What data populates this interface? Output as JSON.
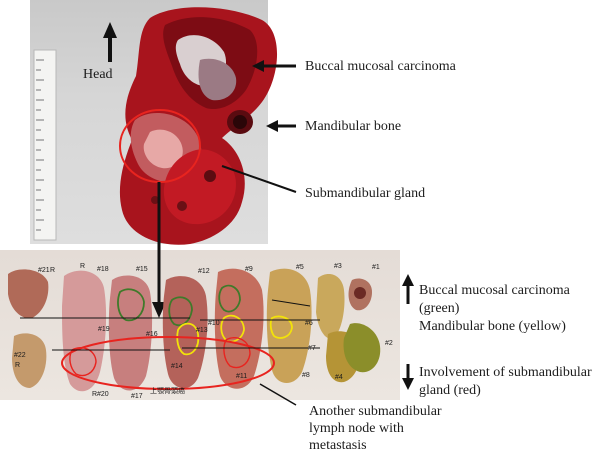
{
  "top_labels": {
    "head": "Head",
    "buccal": "Buccal mucosal carcinoma",
    "mandibular": "Mandibular bone",
    "submandibular": "Submandibular gland"
  },
  "right_labels": {
    "buccal_green": [
      "Buccal mucosal carcinoma",
      "(green)"
    ],
    "mandibular_yellow": "Mandibular bone (yellow)",
    "involvement_red": [
      "Involvement of submandibular",
      "gland (red)"
    ]
  },
  "bottom_label": [
    "Another submandibular",
    "lymph node with",
    "metastasis"
  ],
  "specimen_tags": [
    "#21",
    "R",
    "R",
    "#18",
    "#15",
    "#12",
    "#9",
    "#5",
    "#3",
    "#1",
    "#19",
    "#16",
    "#13",
    "#10",
    "#6",
    "#22",
    "R",
    "#14",
    "#11",
    "#7",
    "#2",
    "#8",
    "#4",
    "#20",
    "R",
    "#17",
    "上顎骨頭癌"
  ],
  "colors": {
    "tumor_outline_green": "#3f7a2a",
    "bone_outline_yellow": "#f2e20a",
    "involvement_outline_red": "#e8241f",
    "tissue_red": "#b0121b"
  }
}
